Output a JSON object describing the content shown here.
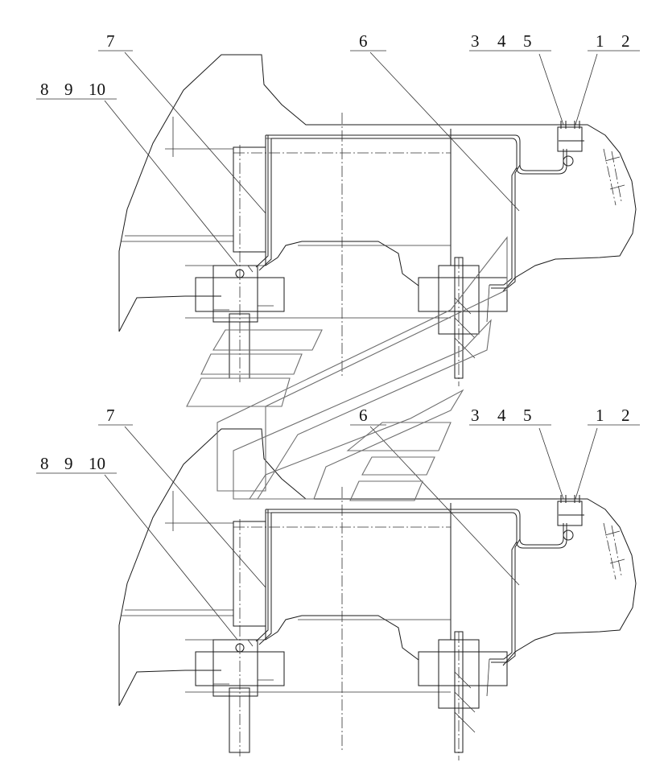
{
  "diagram": {
    "views": [
      {
        "name": "upper-view",
        "callouts": {
          "part_1": "1",
          "part_2": "2",
          "part_3": "3",
          "part_4": "4",
          "part_5": "5",
          "part_6": "6",
          "part_7": "7",
          "part_8": "8",
          "part_9": "9",
          "part_10": "10"
        }
      },
      {
        "name": "lower-view",
        "callouts": {
          "part_1": "1",
          "part_2": "2",
          "part_3": "3",
          "part_4": "4",
          "part_5": "5",
          "part_6": "6",
          "part_7": "7",
          "part_8": "8",
          "part_9": "9",
          "part_10": "10"
        }
      }
    ],
    "colors": {
      "line": "#1a1a1a",
      "watermark": "#6e6e6e",
      "background": "#ffffff"
    }
  }
}
